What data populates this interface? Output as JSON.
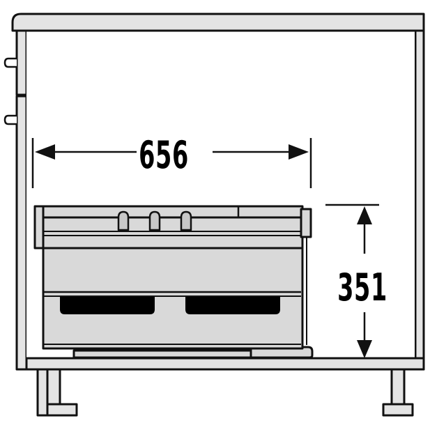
{
  "diagram": {
    "subject": "Base cabinet with pull-out waste bin drawer",
    "dimensions": {
      "width": {
        "value": "656",
        "orientation": "horizontal"
      },
      "height": {
        "value": "351",
        "orientation": "vertical"
      }
    },
    "colors": {
      "line": "#111111",
      "fill_light": "#e4e4e4",
      "fill_drawer": "#d9d9d9",
      "fill_handle": "#c8c8c8",
      "background": "#ffffff",
      "bin_cutout": "#000000"
    },
    "components": [
      "countertop",
      "left-side-panel",
      "right-side-panel",
      "drawer-front-handles",
      "bottom-shelf",
      "pull-out-drawer",
      "bin-handle-knobs",
      "bin-cutouts",
      "legs"
    ]
  }
}
